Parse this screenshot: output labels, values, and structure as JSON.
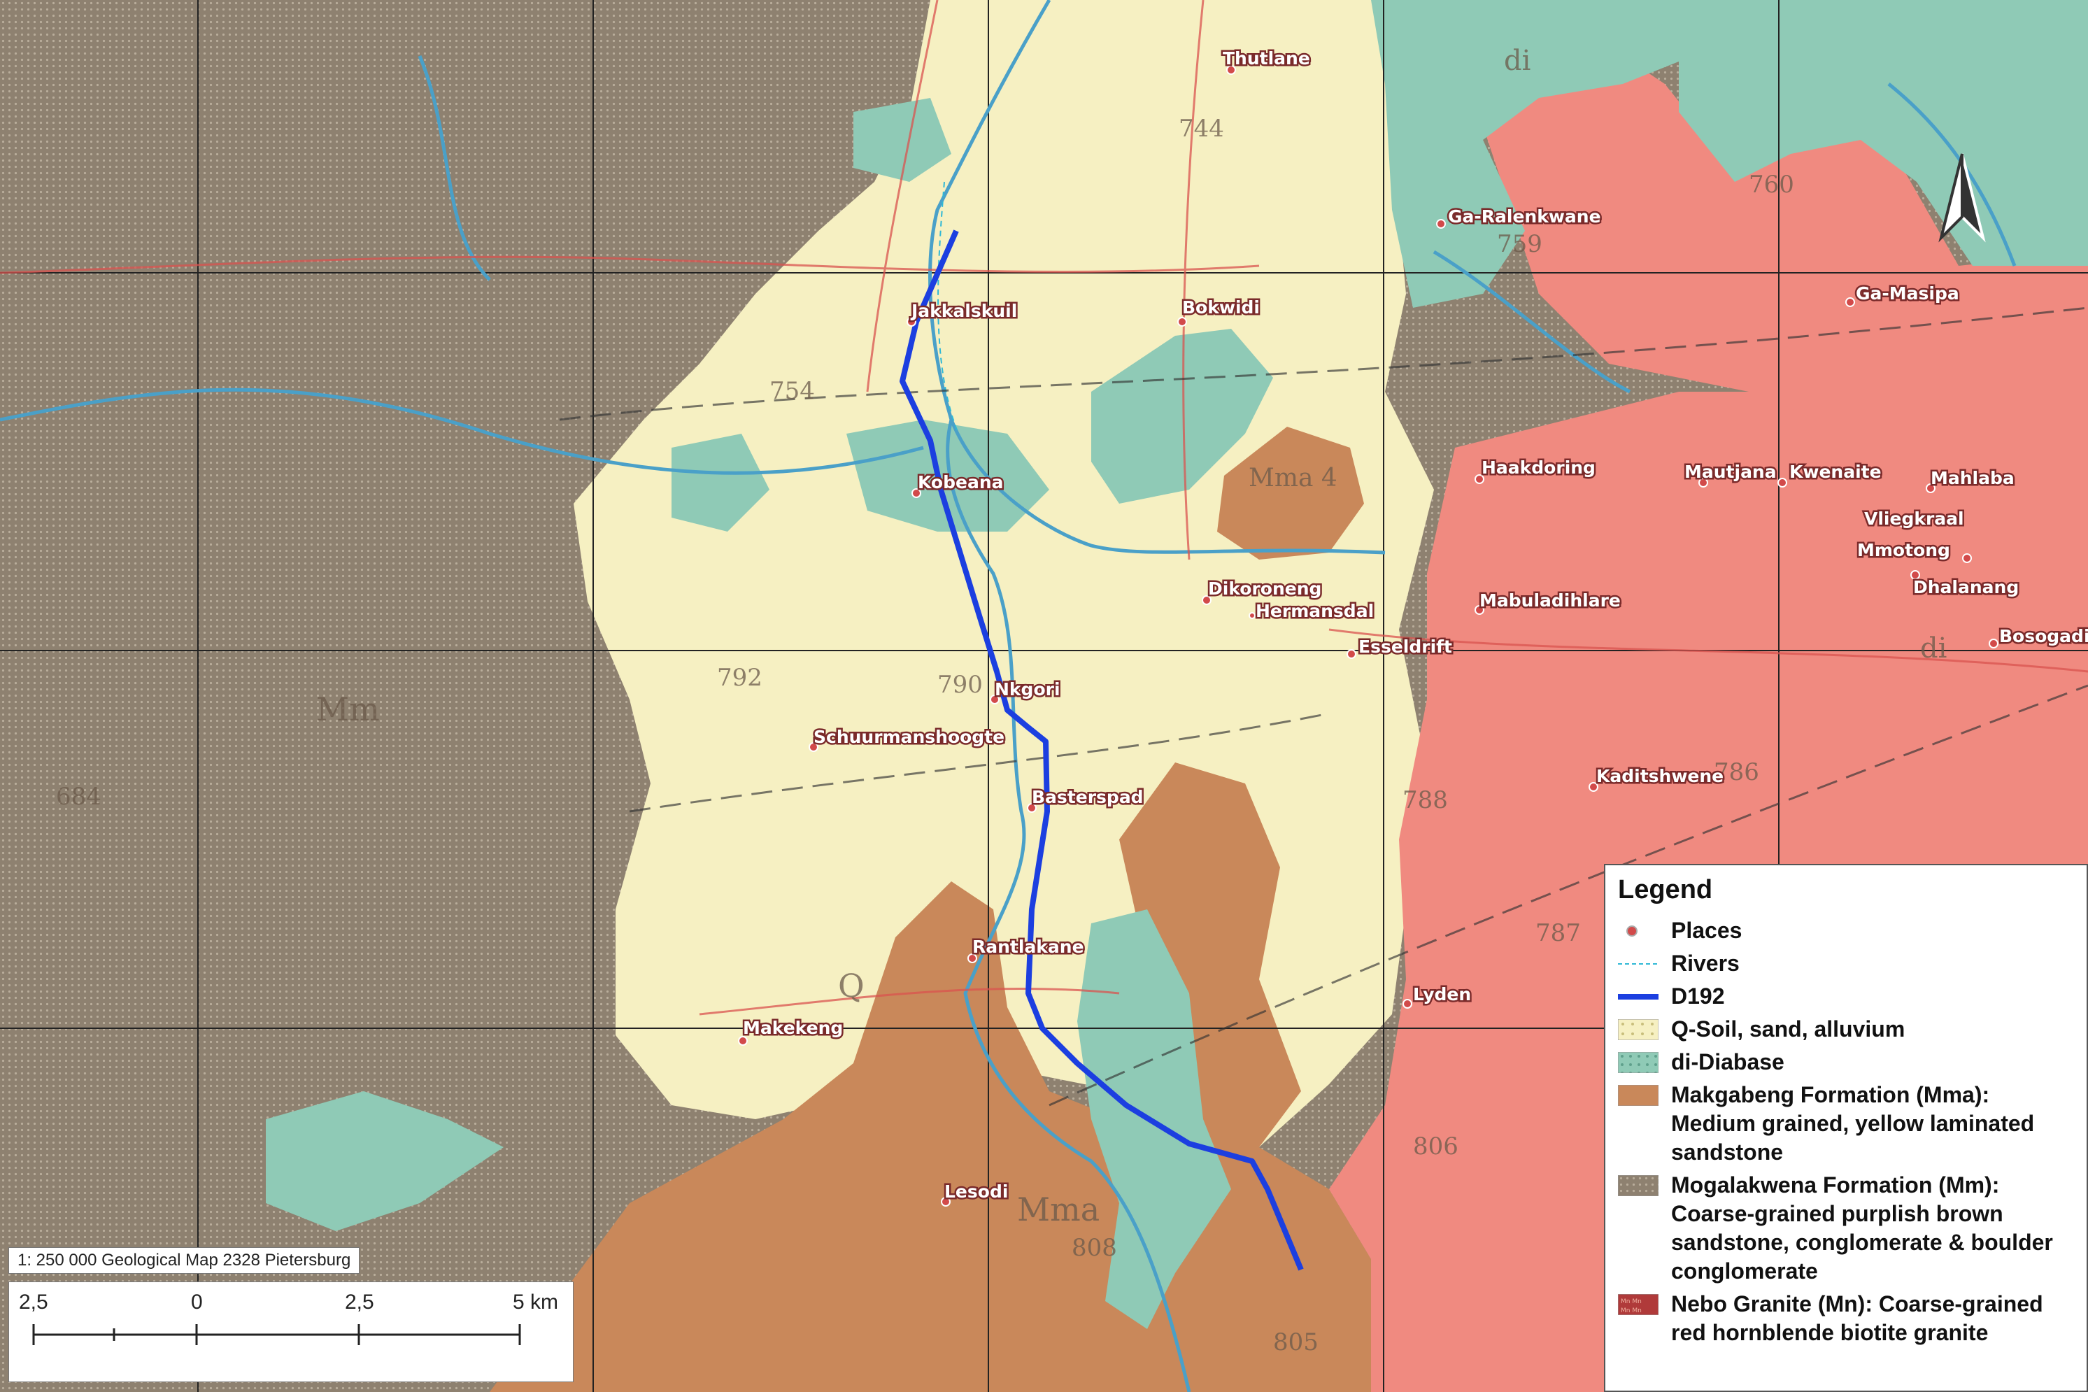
{
  "places": [
    {
      "name": "Thutlane"
    },
    {
      "name": "Ga-Ralenkwane"
    },
    {
      "name": "Jakkalskuil"
    },
    {
      "name": "Bokwidi"
    },
    {
      "name": "Ga-Masipa"
    },
    {
      "name": "Kobeana"
    },
    {
      "name": "Haakdoring"
    },
    {
      "name": "Mautjana"
    },
    {
      "name": "Kwenaite"
    },
    {
      "name": "Mahlaba"
    },
    {
      "name": "Vliegkraal"
    },
    {
      "name": "Mmotong"
    },
    {
      "name": "Dhalanang"
    },
    {
      "name": "Dikoroneng"
    },
    {
      "name": "Hermansdal"
    },
    {
      "name": "Mabuladihlare"
    },
    {
      "name": "Esseldrift"
    },
    {
      "name": "Bosogadi"
    },
    {
      "name": "Nkgori"
    },
    {
      "name": "Schuurmanshoogte"
    },
    {
      "name": "Basterspad"
    },
    {
      "name": "Kaditshwene"
    },
    {
      "name": "Rantlakane"
    },
    {
      "name": "Lyden"
    },
    {
      "name": "Makekeng"
    },
    {
      "name": "Lesodi"
    }
  ],
  "map_labels": {
    "mm": "Mm",
    "q": "Q",
    "mma_south": "Mma",
    "mma_north": "Mma 4",
    "di_north": "di",
    "di_east": "di",
    "n_744": "744",
    "n_754": "754",
    "n_790": "790",
    "n_786": "786",
    "n_808": "808",
    "n_805": "805",
    "n_806": "806",
    "n_759": "759",
    "n_760": "760",
    "n_788": "788",
    "n_787": "787",
    "n_684": "684",
    "n_792": "792"
  },
  "legend": {
    "title": "Legend",
    "items": [
      {
        "label": "Places"
      },
      {
        "label": "Rivers"
      },
      {
        "label": "D192"
      },
      {
        "label": "Q-Soil, sand, alluvium"
      },
      {
        "label": "di-Diabase"
      },
      {
        "label": "Makgabeng Formation (Mma): Medium grained, yellow laminated sandstone"
      },
      {
        "label": "Mogalakwena Formation (Mm): Coarse-grained purplish brown sandstone, conglomerate & boulder conglomerate"
      },
      {
        "label": "Nebo Granite (Mn): Coarse-grained red hornblende biotite granite"
      }
    ]
  },
  "scale": {
    "title": "1: 250 000 Geological Map 2328 Pietersburg",
    "ticks": [
      "2,5",
      "0",
      "2,5",
      "5 km"
    ]
  },
  "colors": {
    "route": "#1c3fe0",
    "soil": "#f6f0c2",
    "diabase": "#8fcab6",
    "makgabeng": "#c9885a",
    "mogalakwena": "#8e8170",
    "granite": "#f08a80",
    "river": "#4aa0c8",
    "place_dot": "#d24a4a"
  },
  "north_arrow": "north-arrow-icon"
}
